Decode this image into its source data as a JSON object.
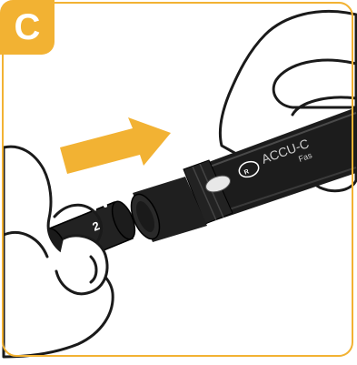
{
  "step": {
    "letter": "C"
  },
  "device": {
    "brand_text": "ACCU-C",
    "brand_sub_text": "Fas",
    "dial_number": "2"
  },
  "colors": {
    "accent": "#f2b233",
    "device_body": "#1c1c1c",
    "outline": "#1a1a1a"
  },
  "icons": {
    "direction": "arrow-right-icon",
    "brand_logo": "roche-logo-icon"
  }
}
